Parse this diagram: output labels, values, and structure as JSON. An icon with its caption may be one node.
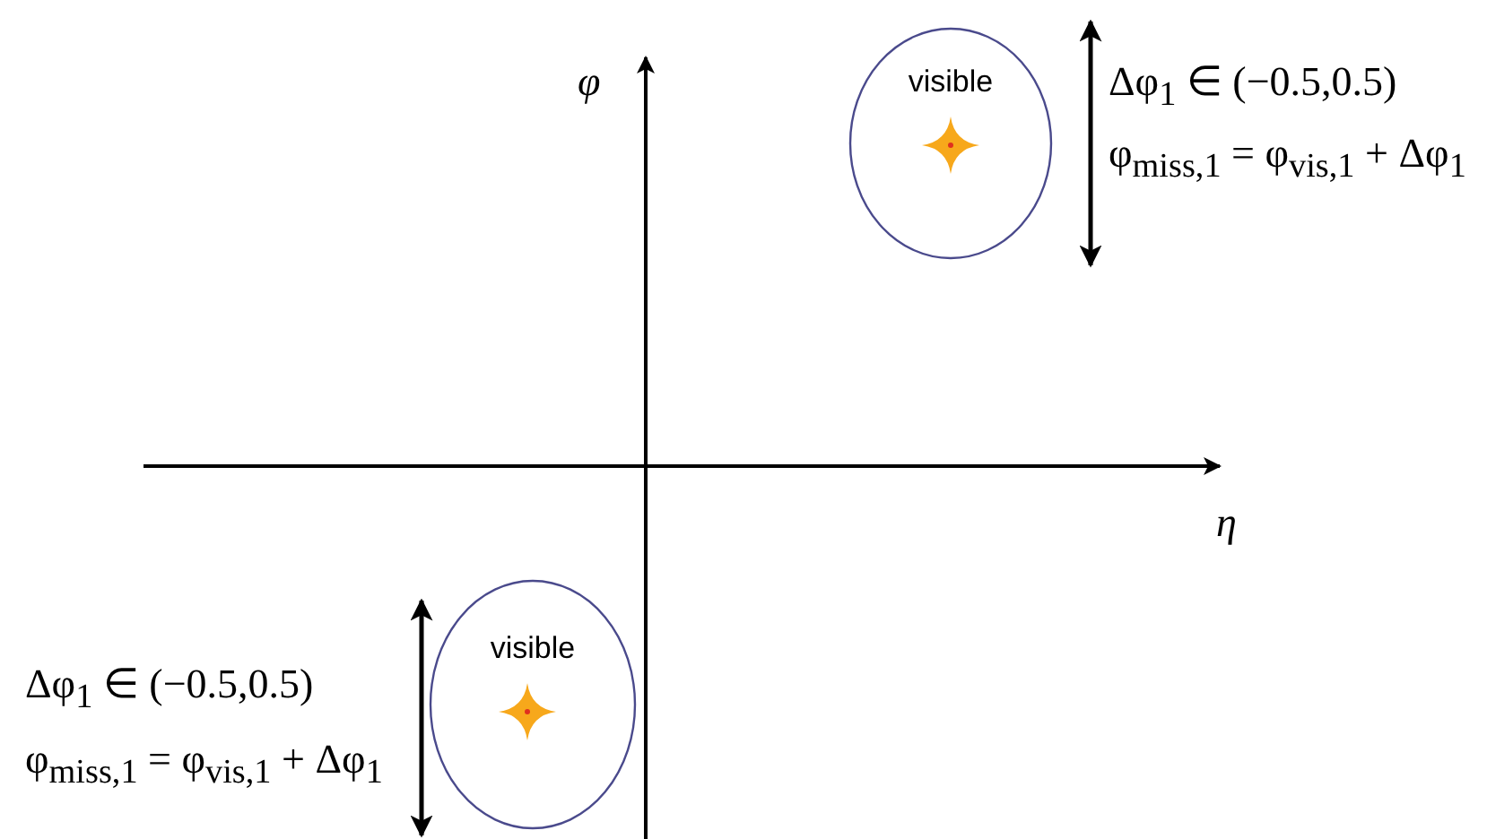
{
  "diagram": {
    "nodes": [
      {
        "text": [
          "visible"
        ]
      },
      {
        "text": [
          "visible"
        ]
      }
    ],
    "edges": [],
    "labels": [
      "φ",
      "Δφ$_{1}$ ∈ (−0.5,0.5)",
      "φ$_{miss,1}$ = φ$_{vis,1}$ + Δφ$_{1}$",
      "η",
      "Δφ$_{1}$ ∈ (−0.5,0.5)",
      "φ$_{miss,1}$ = φ$_{vis,1}$ + Δφ$_{1}$"
    ]
  }
}
